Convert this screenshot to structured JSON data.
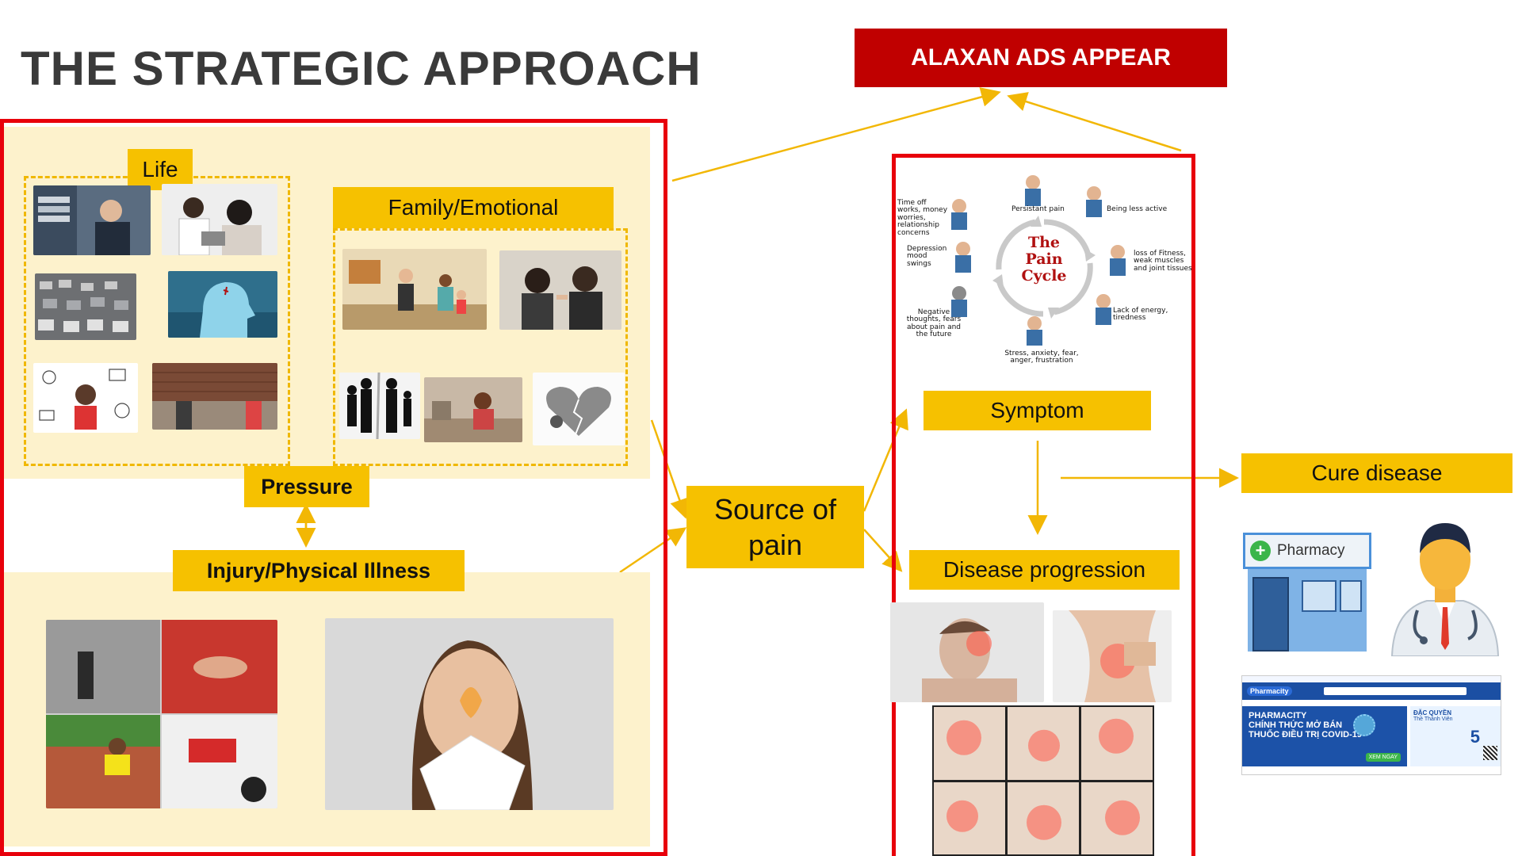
{
  "page": {
    "title": "THE STRATEGIC APPROACH",
    "ads_banner": "ALAXAN ADS APPEAR"
  },
  "left_panel": {
    "life_label": "Life",
    "family_label": "Family/Emotional",
    "pressure_label": "Pressure",
    "injury_label": "Injury/Physical Illness"
  },
  "center": {
    "source_label": "Source of pain"
  },
  "pain_cycle": {
    "center_title": "The Pain Cycle",
    "items": [
      "Time off works, money worries, relationship concerns",
      "Persistant pain",
      "Being less active",
      "Depression mood swings",
      "loss of Fitness, weak muscles and joint tissues",
      "Negative thoughts, fears about pain and the future",
      "Lack of energy, tiredness",
      "Stress, anxiety, fear, anger, frustration"
    ]
  },
  "right_panel": {
    "symptom_label": "Symptom",
    "progression_label": "Disease progression"
  },
  "cure": {
    "label": "Cure disease",
    "pharmacy_sign": "Pharmacy",
    "web_brand": "Pharmacity",
    "web_banner_line1": "PHARMACITY",
    "web_banner_line2": "CHÍNH THỨC MỞ BÁN",
    "web_banner_line3": "THUỐC ĐIỀU TRỊ COVID-19",
    "web_button": "XEM NGAY",
    "web_side_title": "ĐẶC QUYỀN",
    "web_side_sub": "Thẻ Thành Viên",
    "web_side_num": "5"
  },
  "colors": {
    "accent_red": "#e8000b",
    "banner_red": "#c00000",
    "label_yellow": "#f6c100",
    "panel_cream": "#fdf2cc",
    "arrow_yellow": "#f2b705"
  }
}
